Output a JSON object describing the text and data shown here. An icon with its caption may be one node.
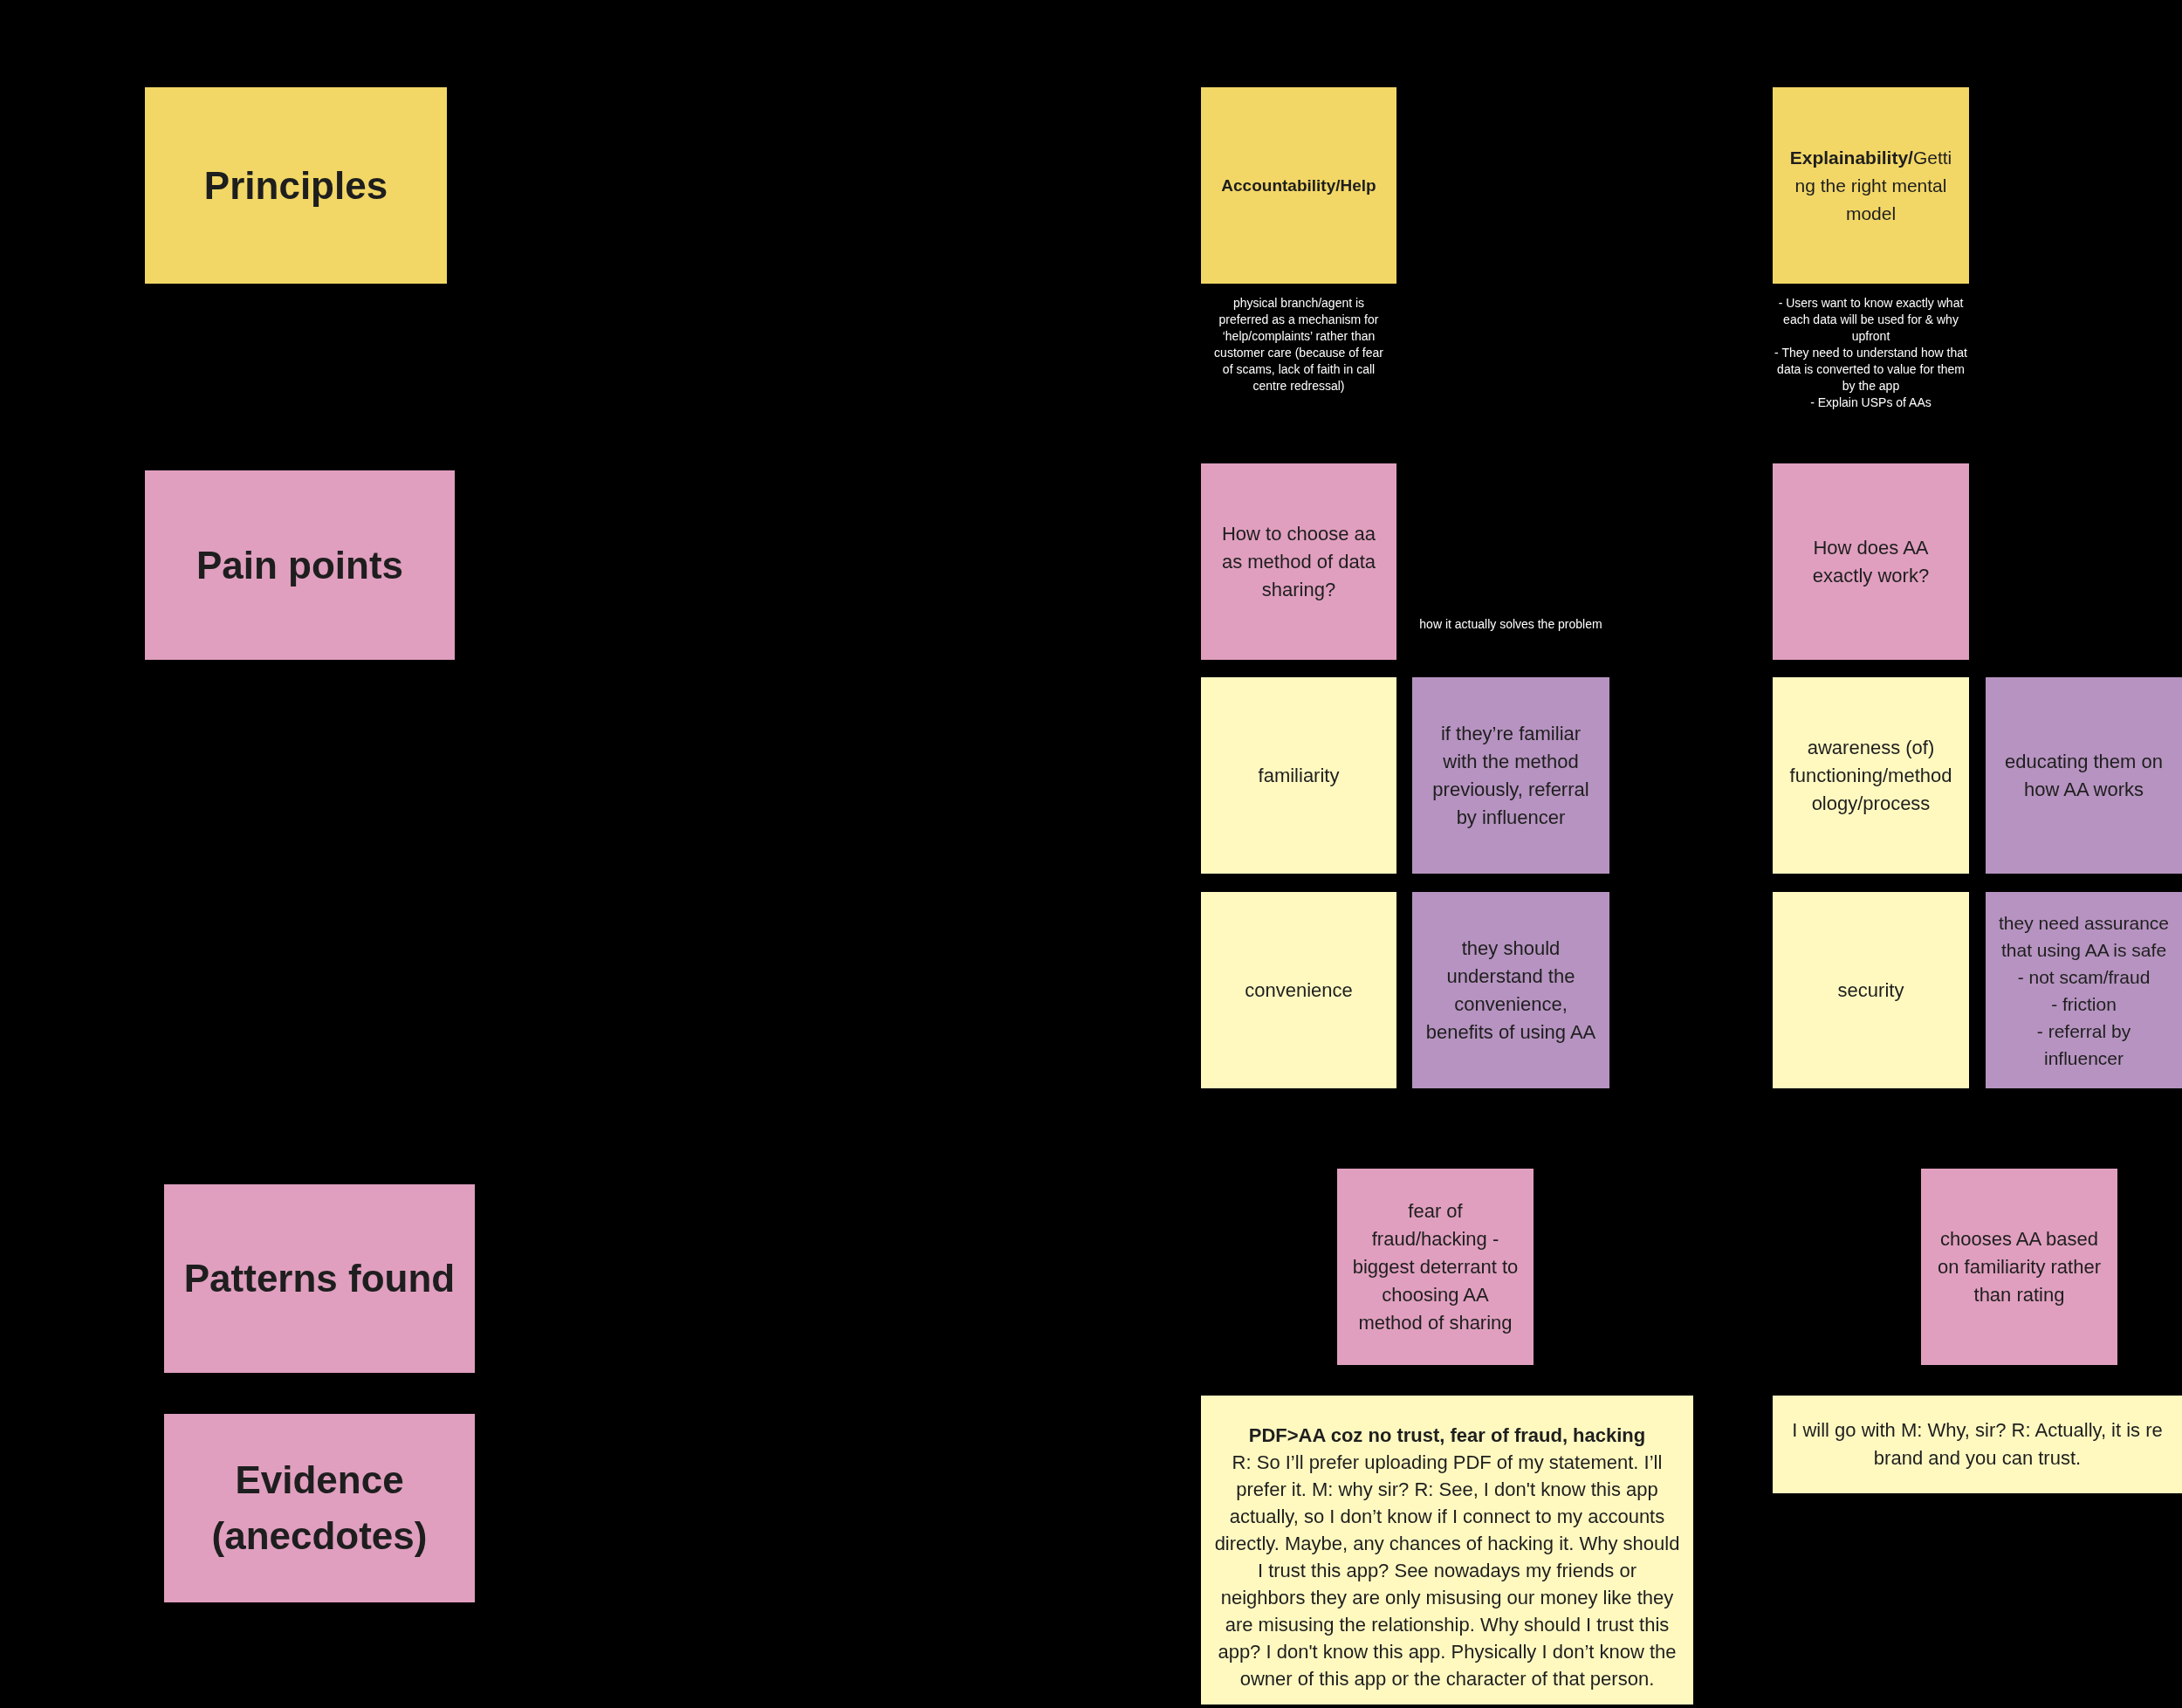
{
  "diagram": {
    "nodes": [
      {
        "text": [
          "Principles"
        ]
      },
      {
        "text": [
          "Accountability/Help"
        ],
        "beside": [
          "physical branch/agent is preferred as a mechanism for ‘help/complaints’ rather than customer care (because of fear of scams, lack of faith in call centre redressal)"
        ]
      },
      {
        "text": [
          "**Explainability/**Getting the right mental model"
        ],
        "beside": [
          "- Users want to know exactly what each data will be used for & why upfront",
          "- They need to understand how that data is converted to value for them by the app",
          "- Explain USPs of AAs"
        ]
      },
      {
        "text": [
          "Pain points"
        ]
      },
      {
        "text": [
          "How to choose aa as method of data sharing?"
        ]
      },
      {
        "text": [
          "How does AA exactly work?"
        ]
      },
      {
        "text": [
          "familiarity"
        ]
      },
      {
        "text": [
          "if they’re familiar with the method previously, referral by influencer"
        ]
      },
      {
        "text": [
          "awareness (of) functioning/methodology/process"
        ]
      },
      {
        "text": [
          "educating them on how AA works"
        ]
      },
      {
        "text": [
          "convenience"
        ]
      },
      {
        "text": [
          "they should understand the convenience, benefits of using AA"
        ]
      },
      {
        "text": [
          "security"
        ]
      },
      {
        "text": [
          "they need assurance that using AA is safe - not scam/fraud",
          "- friction",
          "- referral by influencer"
        ]
      },
      {
        "text": [
          "Patterns found"
        ]
      },
      {
        "text": [
          "fear of fraud/hacking - biggest deterrant to choosing AA method of sharing"
        ]
      },
      {
        "text": [
          "chooses AA based on familiarity rather than rating"
        ]
      },
      {
        "text": [
          "Evidence (anecdotes)"
        ]
      },
      {
        "text": [
          "PDF>AA coz no trust, fear of fraud, hacking",
          "R: So I’ll prefer uploading PDF of my statement. I’ll prefer it. M: why sir? R: See, I don't know this app actually, so I don’t know if I connect to my accounts directly. Maybe, any chances of hacking it. Why should I trust this app? See nowadays my friends or neighbors they are only misusing our money like they are misusing the relationship. Why should I trust this app? I don't know this app. Physically I don’t know the owner of this app or the character of that person."
        ]
      },
      {
        "text": [
          "I will go with M: Why, sir? R: Actually, it is re brand and you can trust."
        ]
      }
    ],
    "labels": [
      "how it actually solves the problem"
    ]
  }
}
